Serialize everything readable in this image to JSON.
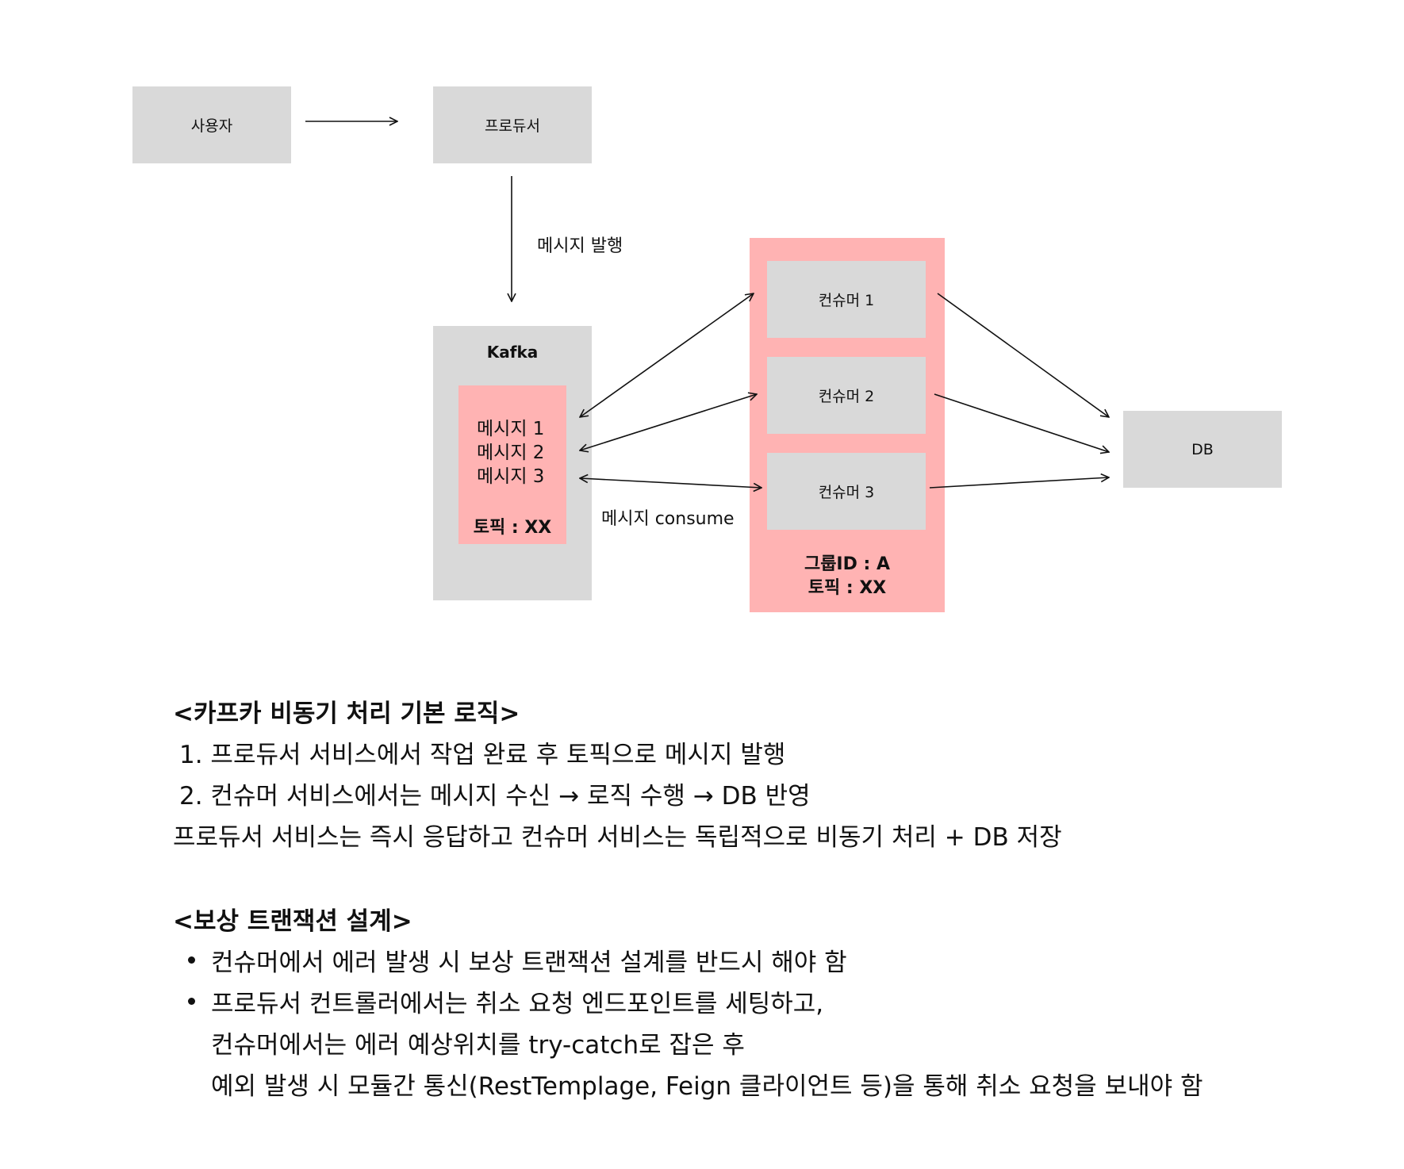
{
  "diagram": {
    "user": "사용자",
    "producer": "프로듀서",
    "publish_label": "메시지 발행",
    "kafka": {
      "title": "Kafka",
      "messages": [
        "메시지 1",
        "메시지 2",
        "메시지 3"
      ],
      "topic": "토픽 : XX"
    },
    "consume_label": "메시지 consume",
    "consumers": [
      "컨슈머 1",
      "컨슈머 2",
      "컨슈머 3"
    ],
    "group_id": "그룹ID : A",
    "group_topic": "토픽 : XX",
    "db": "DB",
    "colors": {
      "gray": "#d9d9d9",
      "pink": "#ffb3b3"
    }
  },
  "logic": {
    "title": "<카프카 비동기 처리 기본 로직>",
    "steps": [
      "1. 프로듀서 서비스에서 작업 완료 후 토픽으로 메시지 발행",
      "2. 컨슈머 서비스에서는 메시지 수신 → 로직 수행 → DB 반영"
    ],
    "summary": "프로듀서 서비스는 즉시 응답하고 컨슈머 서비스는 독립적으로 비동기 처리 + DB 저장"
  },
  "compensation": {
    "title": "<보상 트랜잭션 설계>",
    "bullet1": "컨슈머에서 에러 발생 시 보상 트랜잭션 설계를 반드시 해야 함",
    "bullet2_lines": [
      "프로듀서 컨트롤러에서는 취소 요청 엔드포인트를 세팅하고,",
      "컨슈머에서는 에러 예상위치를 try-catch로 잡은 후",
      "예외 발생 시 모듈간 통신(RestTemplage, Feign 클라이언트 등)을 통해 취소 요청을 보내야 함"
    ]
  }
}
